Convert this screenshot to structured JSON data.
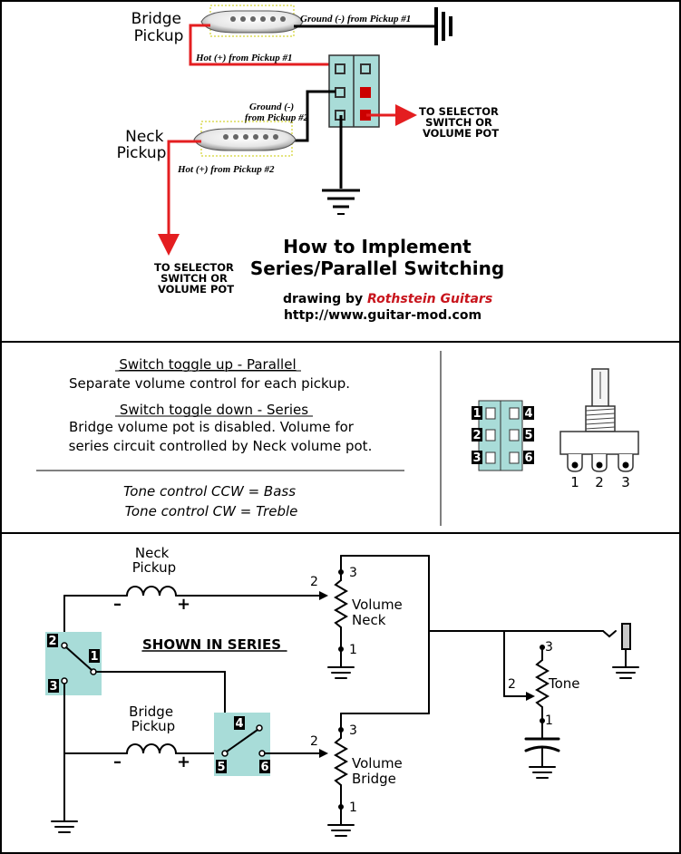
{
  "top_diagram": {
    "bridge_pickup_label": [
      "Bridge",
      "Pickup"
    ],
    "neck_pickup_label": [
      "Neck",
      "Pickup"
    ],
    "ground_pickup1": "Ground (-) from Pickup #1",
    "hot_pickup1": "Hot (+) from Pickup #1",
    "ground_pickup2": [
      "Ground (-)",
      "from Pickup #2"
    ],
    "hot_pickup2": "Hot (+) from Pickup #2",
    "to_selector_right": [
      "TO SELECTOR",
      "SWITCH OR",
      "VOLUME POT"
    ],
    "to_selector_bottom": [
      "TO SELECTOR",
      "SWITCH OR",
      "VOLUME POT"
    ],
    "title_line1": "How to Implement",
    "title_line2": "Series/Parallel Switching",
    "drawing_by": "drawing by ",
    "brand": "Rothstein Guitars",
    "url": "http://www.guitar-mod.com"
  },
  "legend": {
    "toggle_up_heading": "Switch toggle up - Parallel",
    "toggle_up_text": "Separate volume control for each pickup.",
    "toggle_down_heading": "Switch toggle down - Series",
    "toggle_down_text_1": "Bridge volume pot is disabled.  Volume for",
    "toggle_down_text_2": "series circuit controlled by Neck volume pot.",
    "tone_ccw": "Tone control CCW = Bass",
    "tone_cw": "Tone control CW = Treble",
    "switch_pins": [
      "1",
      "2",
      "3",
      "4",
      "5",
      "6"
    ],
    "pot_pins": [
      "1",
      "2",
      "3"
    ]
  },
  "schematic": {
    "neck_pickup_label": [
      "Neck",
      "Pickup"
    ],
    "bridge_pickup_label": [
      "Bridge",
      "Pickup"
    ],
    "minus": "–",
    "plus": "+",
    "shown_in_series": "SHOWN IN SERIES",
    "switch_pins": {
      "p1": "1",
      "p2": "2",
      "p3": "3",
      "p4": "4",
      "p5": "5",
      "p6": "6"
    },
    "volume_neck_label": [
      "Volume",
      "Neck"
    ],
    "volume_bridge_label": [
      "Volume",
      "Bridge"
    ],
    "tone_label": "Tone",
    "pot_pins": {
      "p1": "1",
      "p2": "2",
      "p3": "3"
    }
  },
  "colors": {
    "wire_hot": "#e41e20",
    "switch_body": "#a9dcd8",
    "border": "#000000",
    "teal_box": "#a8dcd8"
  }
}
